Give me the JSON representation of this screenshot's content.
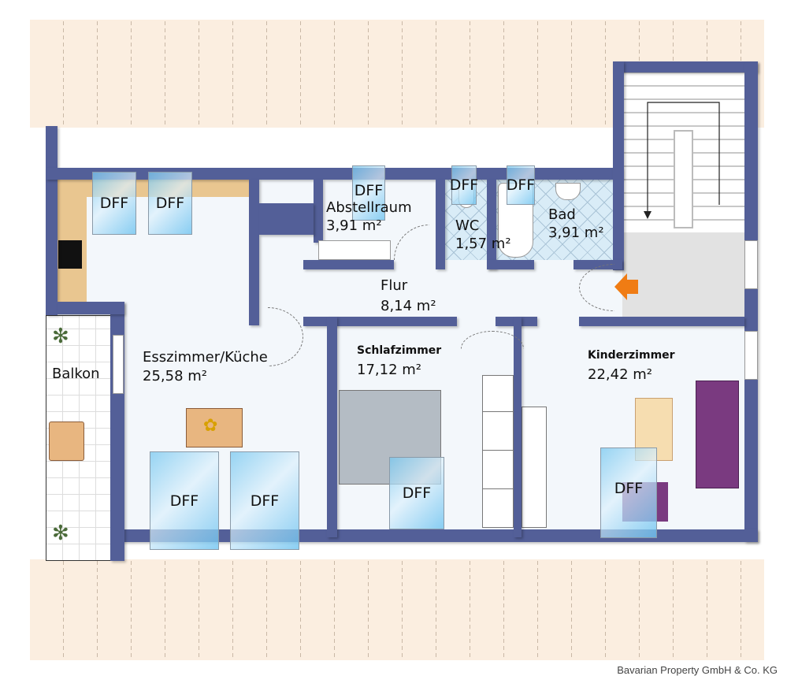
{
  "rooms": {
    "abstellraum": {
      "name": "Abstellraum",
      "area": "3,91 m²"
    },
    "wc": {
      "name": "WC",
      "area": "1,57 m²"
    },
    "bad": {
      "name": "Bad",
      "area": "3,91 m²"
    },
    "flur": {
      "name": "Flur",
      "area": "8,14 m²"
    },
    "esszimmer": {
      "name": "Esszimmer/Küche",
      "area": "25,58 m²"
    },
    "schlafzimmer": {
      "name": "Schlafzimmer",
      "area": "17,12 m²"
    },
    "kinderzimmer": {
      "name": "Kinderzimmer",
      "area": "22,42 m²"
    },
    "balkon": {
      "name": "Balkon"
    }
  },
  "windows": {
    "label": "DFF"
  },
  "colors": {
    "wall": "#535f98",
    "roof": "#fbeee0",
    "entrance_arrow": "#f07c14",
    "counter": "#e9c690"
  },
  "credit": "Bavarian Property GmbH & Co. KG"
}
